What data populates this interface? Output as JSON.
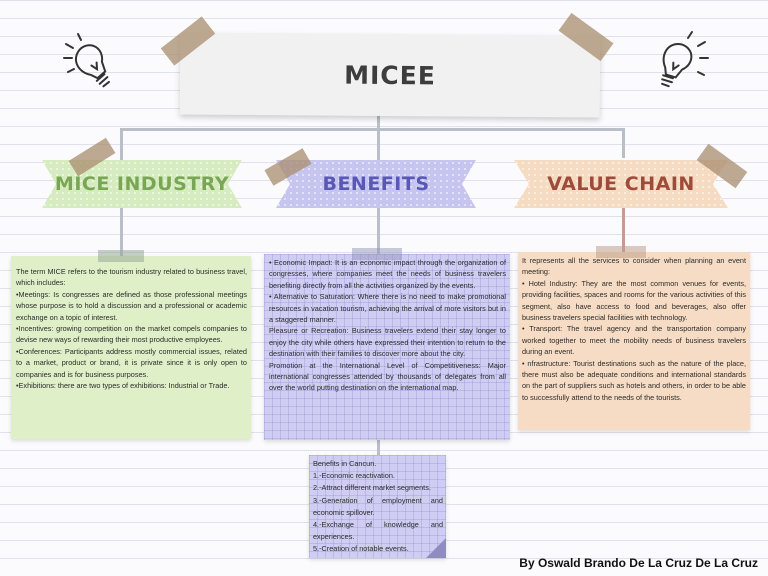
{
  "title": "MICEE",
  "colors": {
    "green": "#dff0c8",
    "purple": "#c9c8f0",
    "peach": "#f6dcc4",
    "green_text": "#78a655",
    "purple_text": "#5a58b6",
    "peach_text": "#a04a3a"
  },
  "sections": {
    "mice": {
      "heading": "MICE INDUSTRY",
      "paragraphs": [
        "The term MICE refers to the tourism industry related to business travel, which includes:",
        "•Meetings: Is congresses are defined as those professional meetings whose purpose is to hold a discussion and a professional or academic exchange on a topic of interest.",
        "•Incentives: growing competition on the market compels companies to devise new ways of rewarding their most productive employees.",
        "•Conferences: Participants address mostly commercial issues, related to a market, product or brand, it is private since it is only open to companies and is for business purposes.",
        "•Exhibitions: there are two types of exhibitions: Industrial or Trade."
      ]
    },
    "benefits": {
      "heading": "BENEFITS",
      "paragraphs": [
        "• Economic Impact: It is an economic impact through the organization of congresses, where companies meet the needs of business travelers benefiting directly from all the activities organized by the events.",
        "• Alternative to Saturation: Where there is no need to make promotional resources in vacation tourism, achieving the arrival of more visitors but in a staggered manner.",
        "Pleasure or Recreation: Business travelers extend their stay longer to enjoy the city while others have expressed their intention to return to the destination with their families to discover more about the city.",
        "Promotion at the International Level of Competitiveness: Major international congresses attended by thousands of delegates from all over the world putting destination on the international map."
      ],
      "cancun": [
        "Benefits in Cancun.",
        "1.-Economic reactivation.",
        "2.-Attract different market segments.",
        "3.-Generation of employment and economic spillover.",
        "4.-Exchange of knowledge and experiences.",
        "5.-Creation of notable events."
      ]
    },
    "value_chain": {
      "heading": "VALUE CHAIN",
      "paragraphs": [
        "It represents all the services to consider when planning an event meeting:",
        "• Hotel Industry: They are the most common venues for events, providing facilities, spaces and rooms for the various activities of this segment, also have access to food and beverages, also offer business travelers special facilities with technology.",
        "• Transport: The travel agency and the transportation company worked together to meet the mobility needs of business travelers during an event.",
        "• nfrastructure: Tourist destinations such as the nature of the place, there must also be adequate conditions and international standards on the part of suppliers such as hotels and others, in order to be able to successfully attend to the needs of the tourists."
      ]
    }
  },
  "author": "By Oswald Brando De La Cruz De La Cruz",
  "icons": [
    "lightbulb-icon-left",
    "lightbulb-icon-right"
  ]
}
